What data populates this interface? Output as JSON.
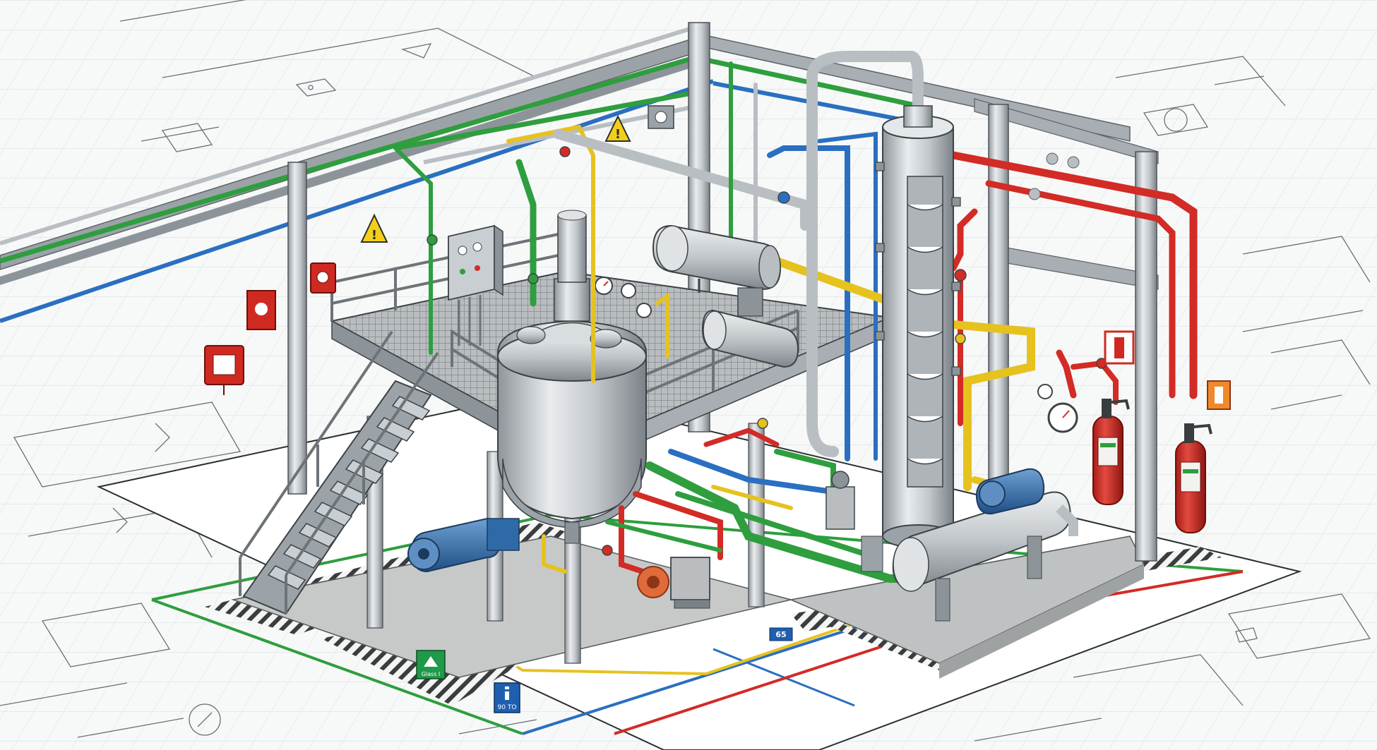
{
  "colors": {
    "background": "#f7f8f8",
    "grid": "#d9dde0",
    "blueprint_line": "#6b7075",
    "steel": "#8d9499",
    "steel_light": "#c9ced2",
    "steel_dark": "#5d6367",
    "pipe_green": "#2e9e3e",
    "pipe_blue": "#2a6fc0",
    "pipe_red": "#d32b25",
    "pipe_yellow": "#e6c21f",
    "pipe_grey": "#b8bec2",
    "motor_blue": "#2f6aa8",
    "hazard_yellow": "#f4cf1a",
    "floor_concrete": "#c7c9c9",
    "marking_green": "#2e9e3e",
    "marking_blue": "#2a6fc0",
    "marking_red": "#d32b25",
    "marking_yellow": "#e6c21f",
    "sign_green": "#1f9a48",
    "sign_blue": "#1f5fb0",
    "extinguisher_red": "#cf2a22"
  },
  "icons": {
    "warning_sign": "triangle-warning-icon",
    "fire_alarm": "fire-alarm-call-point-icon",
    "fire_extinguisher": "fire-extinguisher-icon",
    "emergency_exit_sign": "emergency-exit-sign-icon",
    "info_sign": "info-sign-icon",
    "fire_equipment_sign": "fire-equipment-sign-icon",
    "safety_shower": "safety-shower-sign-icon"
  },
  "signs": {
    "exit_sign_text": "Glass I",
    "info_sign_text": "90 TO",
    "floor_tag_text": "65"
  }
}
